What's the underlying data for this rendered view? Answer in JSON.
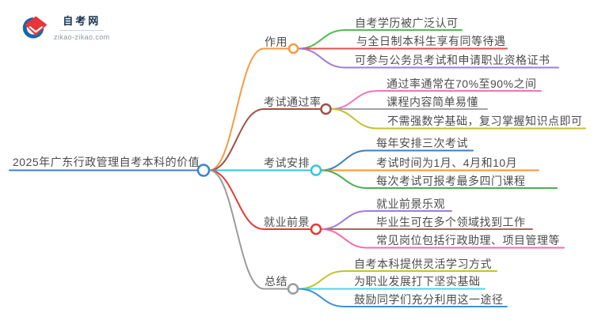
{
  "logo": {
    "title": "自考网",
    "domain": "zikao-zikao.com"
  },
  "root": {
    "label": "2025年广东行政管理自考本科的价值",
    "color": "#3a82d2"
  },
  "branches": [
    {
      "label": "作用",
      "color": "#f59b40",
      "children": [
        {
          "label": "自考学历被广泛认可",
          "color": "#53bb53"
        },
        {
          "label": "与全日制本科生享有同等待遇",
          "color": "#e25050"
        },
        {
          "label": "可参与公务员考试和申请职业资格证书",
          "color": "#a07cd8"
        }
      ]
    },
    {
      "label": "考试通过率",
      "color": "#9e5147",
      "children": [
        {
          "label": "通过率通常在70%至90%之间",
          "color": "#f674b8"
        },
        {
          "label": "课程内容简单易懂",
          "color": "#a3a3a3"
        },
        {
          "label": "不需强数学基础，复习掌握知识点即可",
          "color": "#c6c12e"
        }
      ]
    },
    {
      "label": "考试安排",
      "color": "#35c3e3",
      "children": [
        {
          "label": "每年安排三次考试",
          "color": "#3c7fc1"
        },
        {
          "label": "考试时间为1月、4月和10月",
          "color": "#fb9333"
        },
        {
          "label": "每次考试可报考最多四门课程",
          "color": "#4caf50"
        }
      ]
    },
    {
      "label": "就业前景",
      "color": "#e53935",
      "children": [
        {
          "label": "就业前景乐观",
          "color": "#a07cd8"
        },
        {
          "label": "毕业生可在多个领域找到工作",
          "color": "#a2685a"
        },
        {
          "label": "常见岗位包括行政助理、项目管理等",
          "color": "#f56ab2"
        }
      ]
    },
    {
      "label": "总结",
      "color": "#9b9b9b",
      "children": [
        {
          "label": "自考本科提供灵活学习方式",
          "color": "#c6c12e"
        },
        {
          "label": "为职业发展打下坚实基础",
          "color": "#4fd6e8"
        },
        {
          "label": "鼓励同学们充分利用这一途径",
          "color": "#4090d9"
        }
      ]
    }
  ],
  "logo_colors": {
    "crescent": "#1766ad",
    "cap": "#e8353a"
  }
}
